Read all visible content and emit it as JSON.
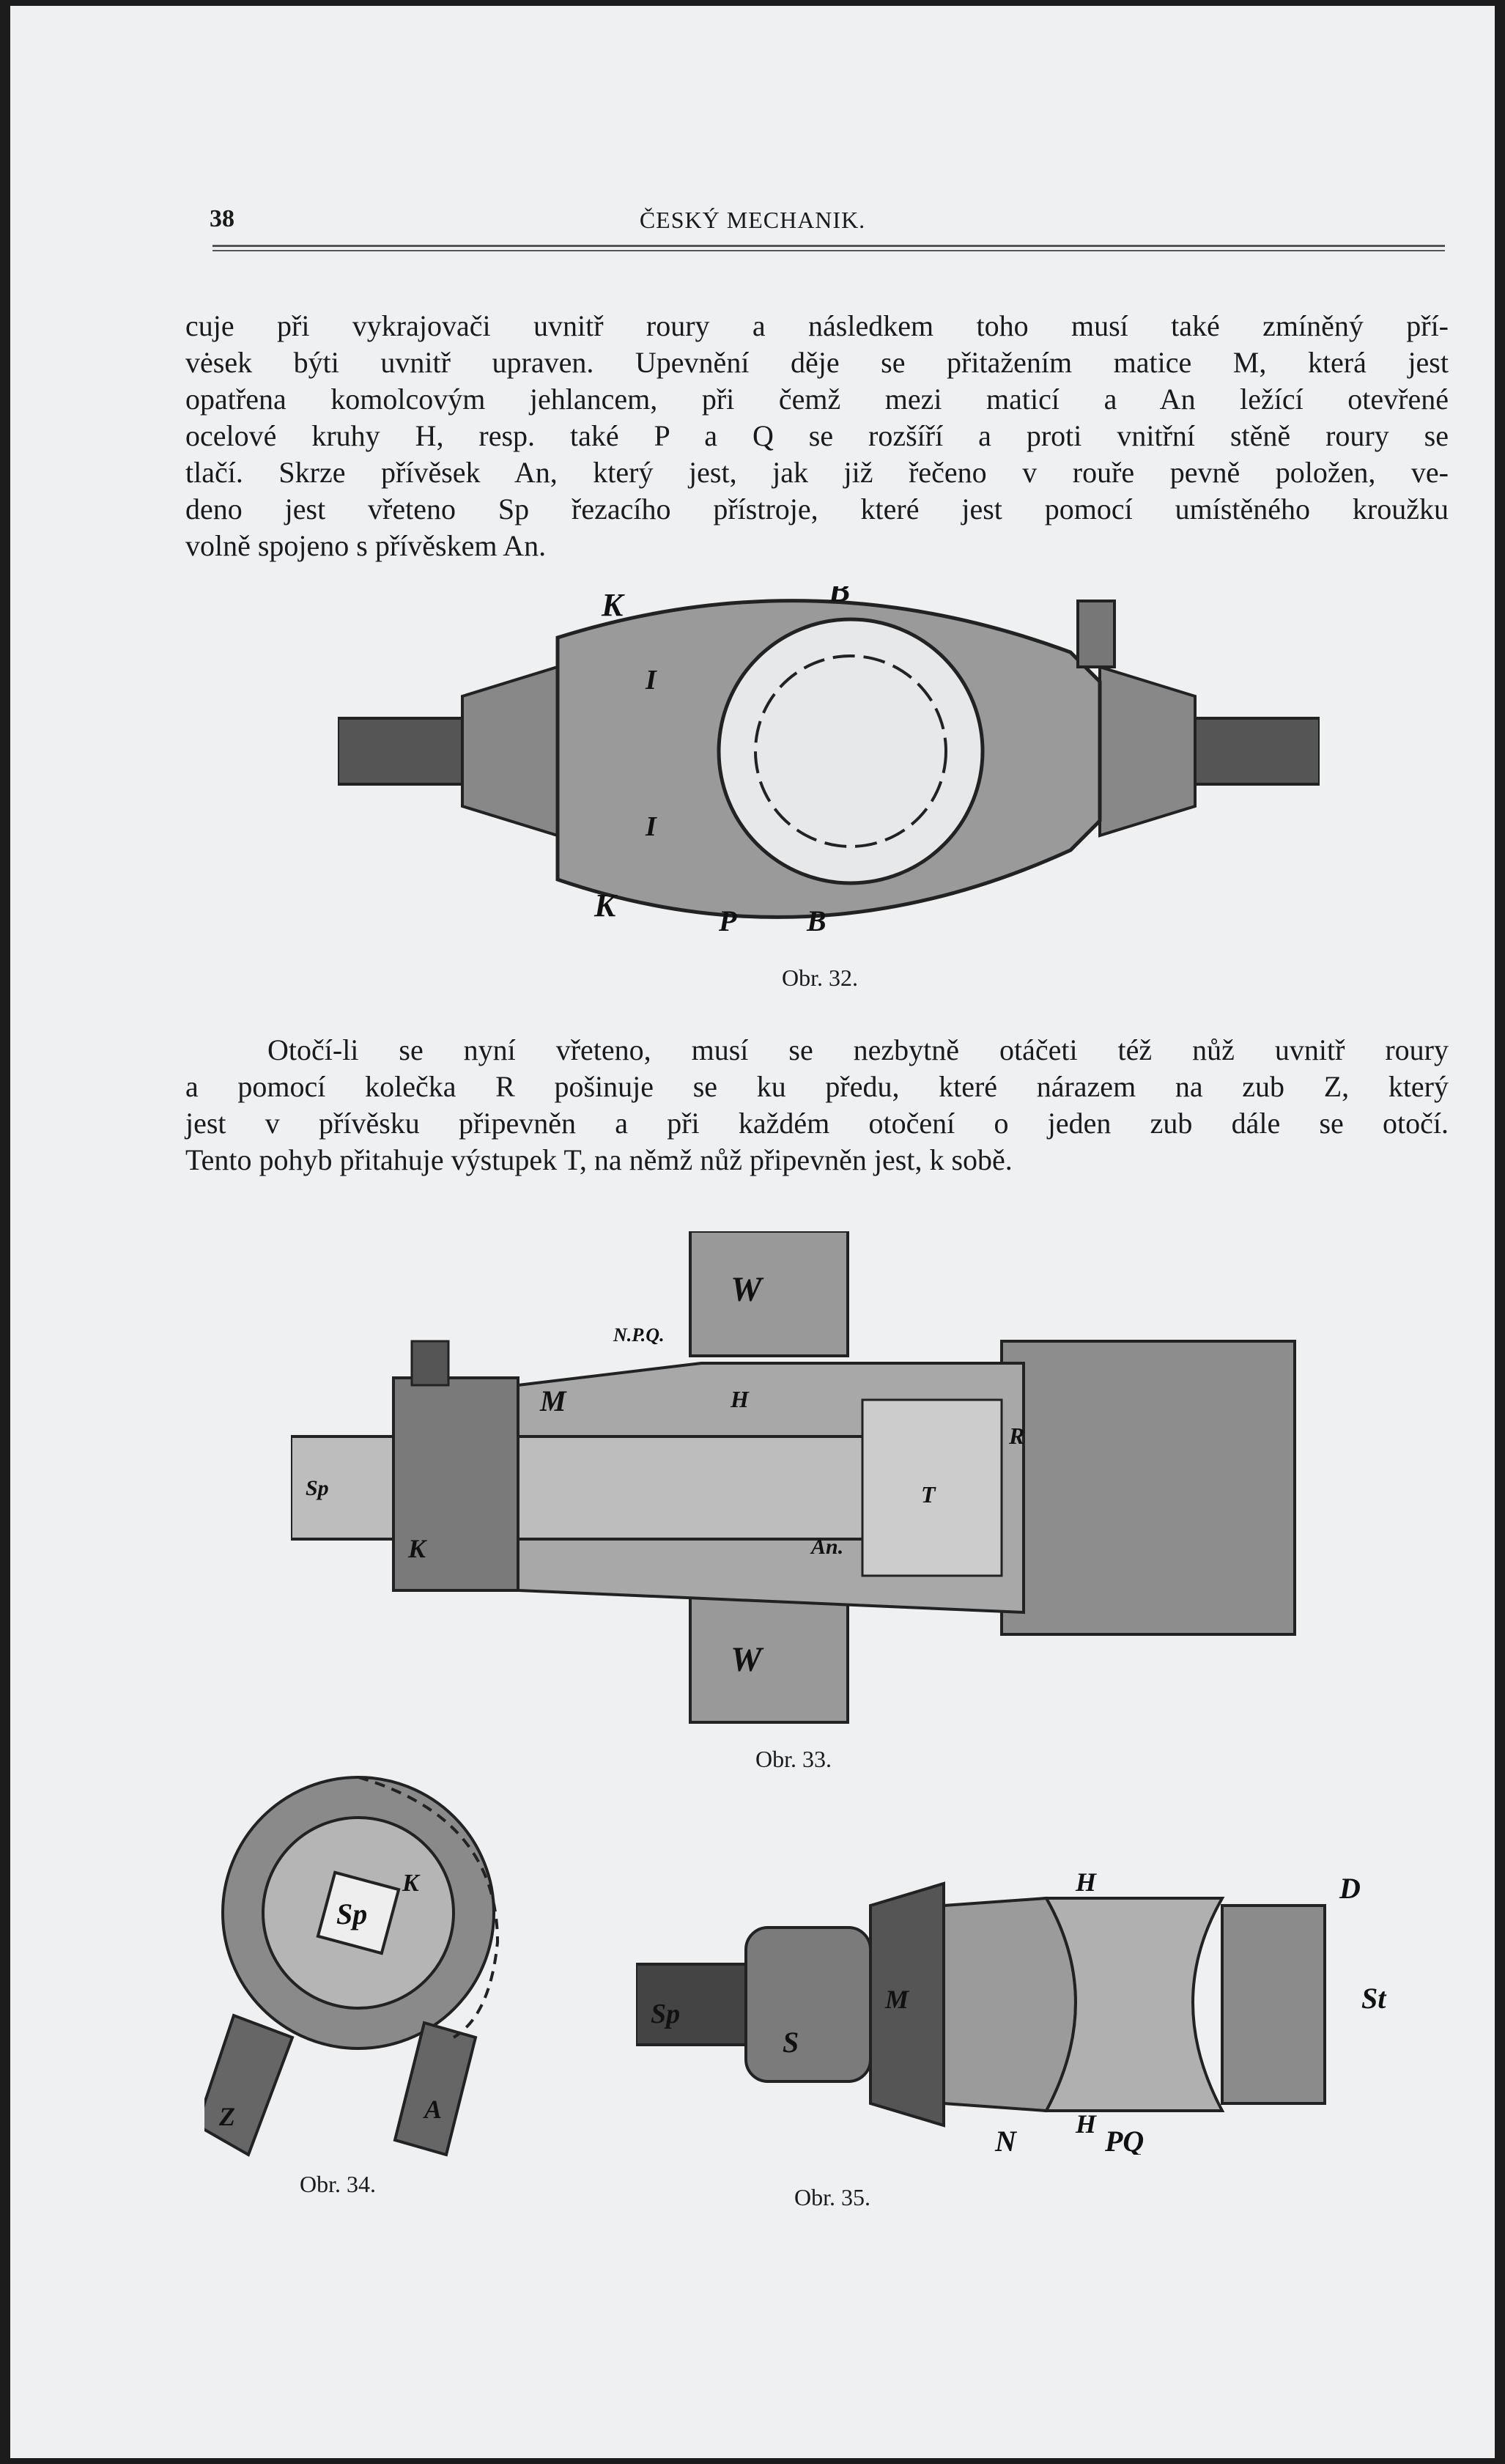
{
  "header": {
    "page_number": "38",
    "running_title": "ČESKÝ MECHANIK."
  },
  "paragraph1": [
    "cuje při vykrajovači uvnitř roury a následkem toho musí také zmíněný pří-",
    "vėsek býti uvnitř upraven. Upevnění děje se přitažením matice M, která jest",
    "opatřena komolcovým jehlancem, při čemž mezi maticí a An ležící otevřené",
    "ocelové kruhy H, resp. také P a Q se rozšíří a proti vnitřní stěně roury se",
    "tlačí. Skrze přívěsek An, který jest, jak již řečeno v rouře pevně položen, ve-",
    "deno jest vřeteno Sp řezacího přístroje, které jest pomocí umístěného kroužku",
    "volně spojeno s přívěskem An."
  ],
  "figure32": {
    "caption": "Obr. 32.",
    "labels": [
      "K",
      "B",
      "I",
      "I",
      "K",
      "P",
      "B"
    ]
  },
  "paragraph2": [
    "Otočí-li se nyní vřeteno, musí se nezbytně otáčeti též nůž uvnitř roury",
    "a pomocí kolečka R pošinuje se ku předu, které nárazem na zub Z, který",
    "jest v přívěsku připevněn a při každém otočení o jeden zub dále se otočí.",
    "Tento pohyb přitahuje výstupek T, na němž nůž připevněn jest, k sobě."
  ],
  "figure33": {
    "caption": "Obr. 33.",
    "labels": [
      "W",
      "N.P.Q.",
      "M",
      "H",
      "Sp",
      "K",
      "An.",
      "R",
      "T",
      "W"
    ]
  },
  "figure34": {
    "caption": "Obr. 34.",
    "labels": [
      "Sp",
      "K",
      "Z",
      "A"
    ]
  },
  "figure35": {
    "caption": "Obr. 35.",
    "labels": [
      "H",
      "D",
      "St",
      "Sp",
      "S",
      "M",
      "H",
      "N",
      "PQ"
    ]
  }
}
